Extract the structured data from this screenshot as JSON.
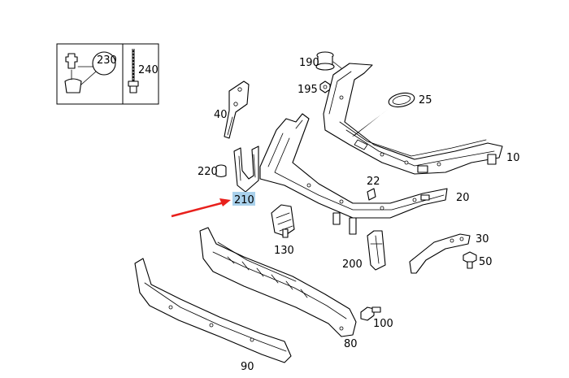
{
  "diagram": {
    "callouts": [
      {
        "id": "230",
        "text": "230"
      },
      {
        "id": "240",
        "text": "240"
      },
      {
        "id": "190",
        "text": "190"
      },
      {
        "id": "195",
        "text": "195"
      },
      {
        "id": "25",
        "text": "25"
      },
      {
        "id": "40",
        "text": "40"
      },
      {
        "id": "220",
        "text": "220"
      },
      {
        "id": "210",
        "text": "210"
      },
      {
        "id": "22",
        "text": "22"
      },
      {
        "id": "20",
        "text": "20"
      },
      {
        "id": "10",
        "text": "10"
      },
      {
        "id": "130",
        "text": "130"
      },
      {
        "id": "200",
        "text": "200"
      },
      {
        "id": "30",
        "text": "30"
      },
      {
        "id": "50",
        "text": "50"
      },
      {
        "id": "100",
        "text": "100"
      },
      {
        "id": "80",
        "text": "80"
      },
      {
        "id": "90",
        "text": "90"
      }
    ],
    "highlighted": "210",
    "highlight_color": "#a9d1ec",
    "arrow_color": "#e8201c"
  }
}
